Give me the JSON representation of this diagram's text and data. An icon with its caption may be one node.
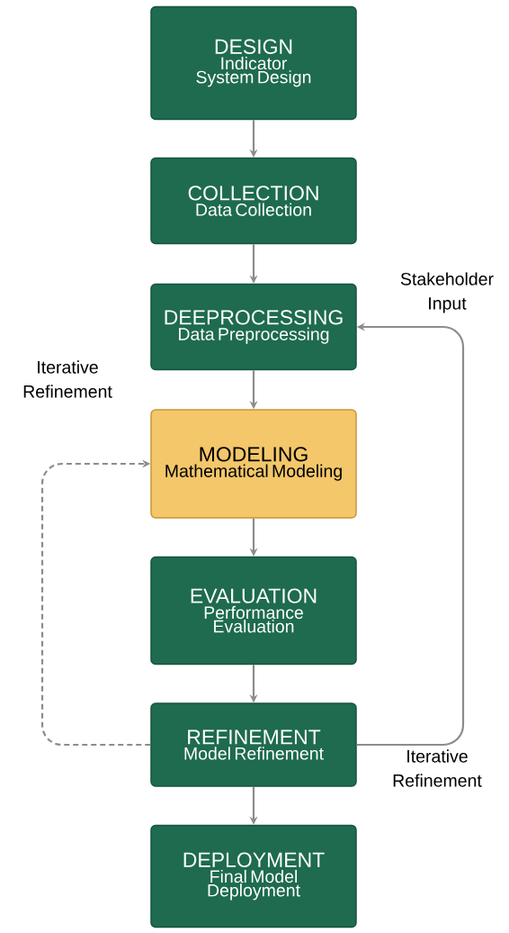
{
  "diagram": {
    "nodes": [
      {
        "text": [
          "DESIGN",
          "Indicator System Design"
        ]
      },
      {
        "text": [
          "COLLECTION",
          "Data Collection"
        ]
      },
      {
        "text": [
          "DEEPROCESSING",
          "Data Preprocessing"
        ]
      },
      {
        "text": [
          "MODELING",
          "Mathematical Modeling"
        ]
      },
      {
        "text": [
          "EVALUATION",
          "Performance Evaluation"
        ]
      },
      {
        "text": [
          "REFINEMENT",
          "Model Refinement"
        ]
      },
      {
        "text": [
          "DEPLOYMENT",
          "Final Model Deployment"
        ]
      }
    ],
    "edges": [
      {
        "from": 0,
        "to": 1,
        "arrow": "to"
      },
      {
        "from": 1,
        "to": 2,
        "arrow": "to"
      },
      {
        "from": 2,
        "to": 3,
        "arrow": "to"
      },
      {
        "from": 3,
        "to": 4,
        "arrow": "to"
      },
      {
        "from": 4,
        "to": 5,
        "arrow": "to"
      },
      {
        "from": 5,
        "to": 6,
        "arrow": "to"
      },
      {
        "from": 5,
        "to": 2,
        "arrow": "to",
        "label": "Stakeholder Input"
      },
      {
        "from": 5,
        "to": 3,
        "arrow": "to",
        "style": "dashed",
        "label": "Iterative Refinement"
      }
    ],
    "labels": [
      "Iterative Refinement"
    ]
  }
}
